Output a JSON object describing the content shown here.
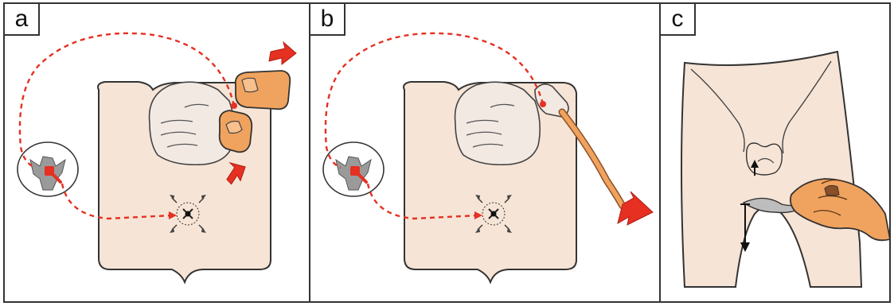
{
  "panels": [
    {
      "label": "a"
    },
    {
      "label": "b"
    },
    {
      "label": "c"
    }
  ],
  "colors": {
    "skin": "#f6e4d6",
    "hand": "#f0a35e",
    "reflex_path": "#e53022",
    "spinal_gray": "#9a9a9a",
    "outline": "#333333"
  }
}
